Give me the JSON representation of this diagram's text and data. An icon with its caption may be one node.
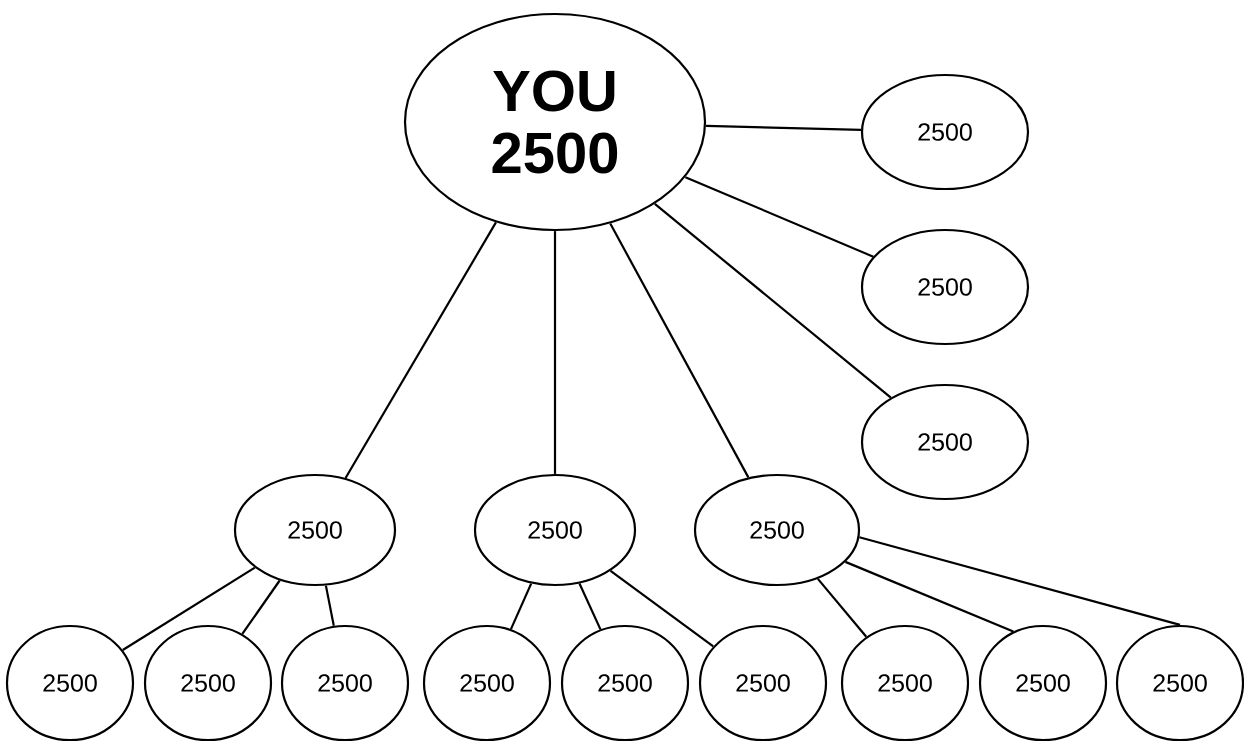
{
  "diagram": {
    "nodes": [
      {
        "text": [
          "YOU",
          "2500"
        ]
      },
      {
        "text": [
          "2500"
        ]
      },
      {
        "text": [
          "2500"
        ]
      },
      {
        "text": [
          "2500"
        ]
      },
      {
        "text": [
          "2500"
        ]
      },
      {
        "text": [
          "2500"
        ]
      },
      {
        "text": [
          "2500"
        ]
      },
      {
        "text": [
          "2500"
        ]
      },
      {
        "text": [
          "2500"
        ]
      },
      {
        "text": [
          "2500"
        ]
      },
      {
        "text": [
          "2500"
        ]
      },
      {
        "text": [
          "2500"
        ]
      },
      {
        "text": [
          "2500"
        ]
      },
      {
        "text": [
          "2500"
        ]
      },
      {
        "text": [
          "2500"
        ]
      },
      {
        "text": [
          "2500"
        ]
      }
    ],
    "edges": [
      {
        "from": 0,
        "to": 1,
        "arrow": "none"
      },
      {
        "from": 0,
        "to": 2,
        "arrow": "none"
      },
      {
        "from": 0,
        "to": 3,
        "arrow": "none"
      },
      {
        "from": 0,
        "to": 4,
        "arrow": "none"
      },
      {
        "from": 0,
        "to": 5,
        "arrow": "none"
      },
      {
        "from": 0,
        "to": 6,
        "arrow": "none"
      },
      {
        "from": 4,
        "to": 7,
        "arrow": "none"
      },
      {
        "from": 4,
        "to": 8,
        "arrow": "none"
      },
      {
        "from": 4,
        "to": 9,
        "arrow": "none"
      },
      {
        "from": 5,
        "to": 10,
        "arrow": "none"
      },
      {
        "from": 5,
        "to": 11,
        "arrow": "none"
      },
      {
        "from": 5,
        "to": 12,
        "arrow": "none"
      },
      {
        "from": 6,
        "to": 13,
        "arrow": "none"
      },
      {
        "from": 6,
        "to": 14,
        "arrow": "none"
      },
      {
        "from": 6,
        "to": 15,
        "arrow": "none"
      }
    ]
  }
}
